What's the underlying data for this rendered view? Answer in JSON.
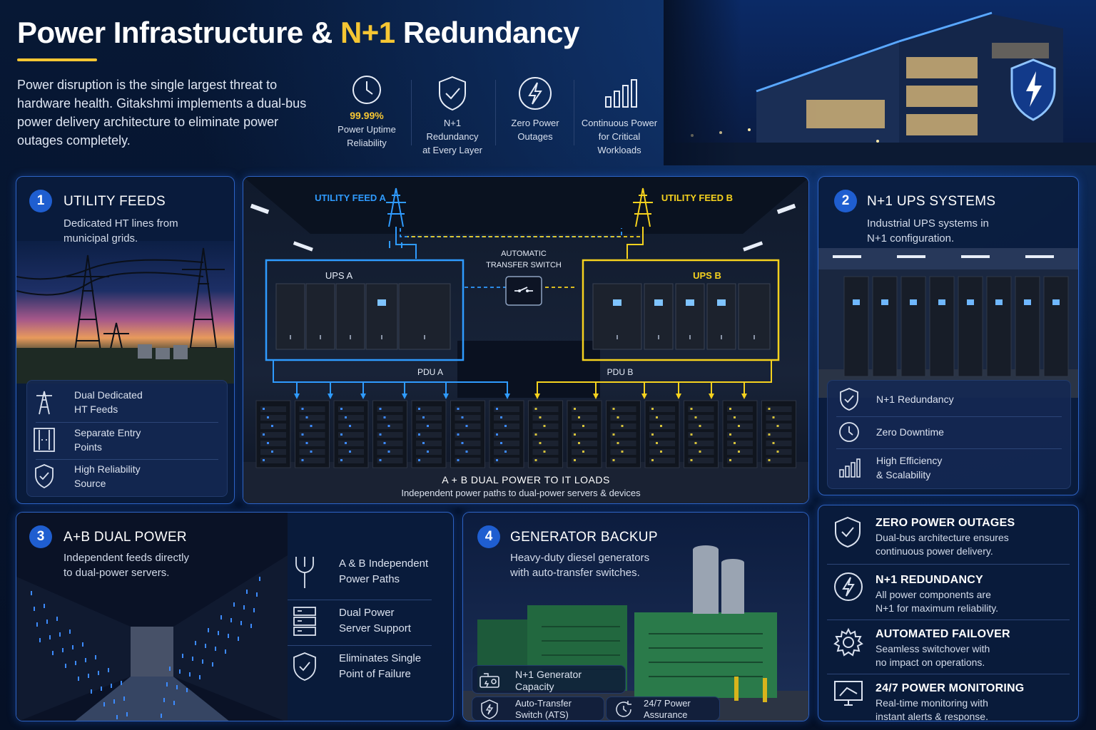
{
  "header": {
    "title_part1": "Power Infrastructure & ",
    "title_highlight": "N+1",
    "title_part2": " Redundancy",
    "intro": "Power disruption is the single largest threat to hardware health. Gitakshmi implements a dual-bus power delivery architecture to eliminate power outages completely."
  },
  "stats": [
    {
      "value": "99.99%",
      "line1": "Power Uptime",
      "line2": "Reliability",
      "icon": "clock-icon"
    },
    {
      "line1": "N+1",
      "line2": "Redundancy",
      "line3": "at Every Layer",
      "icon": "shield-check-icon"
    },
    {
      "line1": "Zero Power",
      "line2": "Outages",
      "icon": "bolt-icon"
    },
    {
      "line1": "Continuous Power",
      "line2": "for Critical",
      "line3": "Workloads",
      "icon": "bar-chart-icon"
    }
  ],
  "utility": {
    "num": "1",
    "title": "UTILITY FEEDS",
    "desc1": "Dedicated HT lines from",
    "desc2": "municipal grids.",
    "items": [
      {
        "l1": "Dual Dedicated",
        "l2": "HT Feeds",
        "icon": "transmission-tower-icon"
      },
      {
        "l1": "Separate Entry",
        "l2": "Points",
        "icon": "door-icon"
      },
      {
        "l1": "High Reliability",
        "l2": "Source",
        "icon": "shield-check-icon"
      }
    ]
  },
  "diagram": {
    "feed_a": "UTILITY FEED A",
    "feed_b": "UTILITY FEED B",
    "ats1": "AUTOMATIC",
    "ats2": "TRANSFER SWITCH",
    "ups_a": "UPS A",
    "ups_b": "UPS B",
    "pdu_a": "PDU A",
    "pdu_b": "PDU B",
    "caption": "A + B DUAL POWER TO IT LOADS",
    "subcaption": "Independent power paths to dual-power servers & devices",
    "color_a": "#2f9bff",
    "color_b": "#f6d21e"
  },
  "ups": {
    "num": "2",
    "title": "N+1 UPS SYSTEMS",
    "desc1": "Industrial UPS systems in",
    "desc2": "N+1 configuration.",
    "items": [
      {
        "l1": "N+1 Redundancy",
        "l2": "",
        "icon": "shield-check-icon"
      },
      {
        "l1": "Zero Downtime",
        "l2": "",
        "icon": "clock-icon"
      },
      {
        "l1": "High Efficiency",
        "l2": "& Scalability",
        "icon": "bar-chart-icon"
      }
    ]
  },
  "dual": {
    "num": "3",
    "title": "A+B DUAL POWER",
    "desc1": "Independent feeds directly",
    "desc2": "to dual-power servers.",
    "items": [
      {
        "l1": "A & B Independent",
        "l2": "Power Paths",
        "icon": "power-plug-icon"
      },
      {
        "l1": "Dual Power",
        "l2": "Server Support",
        "icon": "server-icon"
      },
      {
        "l1": "Eliminates Single",
        "l2": "Point of Failure",
        "icon": "shield-check-icon"
      }
    ]
  },
  "generator": {
    "num": "4",
    "title": "GENERATOR BACKUP",
    "desc1": "Heavy-duty diesel generators",
    "desc2": "with auto-transfer switches.",
    "items": [
      {
        "l1": "N+1 Generator",
        "l2": "Capacity",
        "icon": "generator-icon"
      },
      {
        "l1": "Auto-Transfer",
        "l2": "Switch (ATS)",
        "icon": "ats-icon"
      },
      {
        "l1": "24/7 Power",
        "l2": "Assurance",
        "icon": "clock-refresh-icon"
      }
    ]
  },
  "features": [
    {
      "title": "ZERO POWER OUTAGES",
      "d1": "Dual-bus architecture ensures",
      "d2": "continuous power delivery.",
      "icon": "shield-check-icon"
    },
    {
      "title": "N+1 REDUNDANCY",
      "d1": "All power components are",
      "d2": "N+1 for maximum reliability.",
      "icon": "bolt-icon"
    },
    {
      "title": "AUTOMATED FAILOVER",
      "d1": "Seamless switchover with",
      "d2": "no impact on operations.",
      "icon": "gear-icon"
    },
    {
      "title": "24/7 POWER MONITORING",
      "d1": "Real-time monitoring with",
      "d2": "instant alerts & response.",
      "icon": "monitor-icon"
    }
  ]
}
